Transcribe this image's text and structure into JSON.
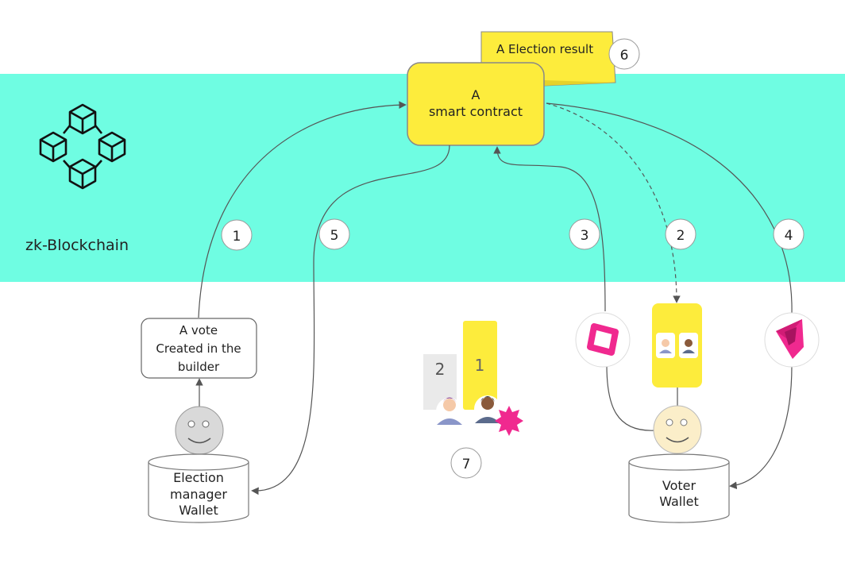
{
  "band": {
    "label": "zk-Blockchain",
    "color": "#6ffde2"
  },
  "contract": {
    "line1": "A",
    "line2": "smart contract",
    "color": "#fdec3c"
  },
  "result_note": {
    "label": "A Election result",
    "color": "#fdec3c"
  },
  "vote_box": {
    "line1": "A vote",
    "line2": "Created in the",
    "line3": "builder"
  },
  "manager_wallet": {
    "line1": "Election",
    "line2": "manager",
    "line3": "Wallet"
  },
  "voter_wallet": {
    "line1": "Voter",
    "line2": "Wallet"
  },
  "steps": [
    "1",
    "2",
    "3",
    "4",
    "5",
    "6",
    "7"
  ],
  "podium": {
    "second": "2",
    "first": "1"
  },
  "colors": {
    "pink": "#f0298f",
    "yellow": "#fdec3c",
    "manager_face": "#d9d9d9",
    "voter_face": "#fbeec9"
  },
  "icons": [
    "blockchain-cubes-icon",
    "zk-square-token-icon",
    "zk-gem-token-icon",
    "candidate-avatar-icon",
    "badge-star-icon"
  ]
}
